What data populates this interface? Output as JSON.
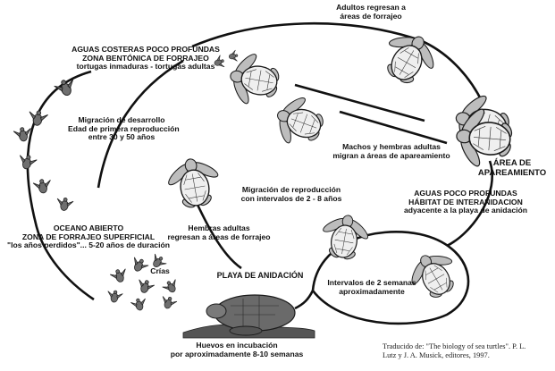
{
  "labels": {
    "coastal": [
      "AGUAS COSTERAS POCO PROFUNDAS",
      "ZONA BENTÓNICA DE FORRAJEO",
      "tortugas inmaduras - tortugas adultas"
    ],
    "adults_return": [
      "Adultos regresan a",
      "áreas de forrajeo"
    ],
    "dev_migration": [
      "Migración de desarrollo",
      "Edad de primera reproducción",
      "entre 30 y 50 años"
    ],
    "males_females": [
      "Machos y hembras adultas",
      "migran a áreas de apareamiento"
    ],
    "mating_area": [
      "ÁREA DE",
      "APAREAMIENTO"
    ],
    "repro_migration": [
      "Migración de reproducción",
      "con intervalos de 2 - 8 años"
    ],
    "internesting": [
      "AGUAS POCO PROFUNDAS",
      "HÁBITAT DE INTERANIDACION",
      "adyacente a la playa de anidación"
    ],
    "open_ocean": [
      "OCEANO ABIERTO",
      "ZONA DE FORRAJEO SUPERFICIAL",
      "\"los años perdidos\"... 5-20 años de duración"
    ],
    "females_return": [
      "Hembras adultas",
      "regresan a áreas de forrajeo"
    ],
    "hatchlings": "Crías",
    "nesting_beach": "PLAYA DE ANIDACIÓN",
    "two_weeks": [
      "Intervalos de 2 semanas",
      "aproximadamente"
    ],
    "eggs": [
      "Huevos en incubación",
      "por aproximadamente 8-10 semanas"
    ]
  },
  "credit": [
    "Traducido de: \"The biology of sea turtles\". P. L.",
    "Lutz y J. A. Musick, editores, 1997."
  ]
}
